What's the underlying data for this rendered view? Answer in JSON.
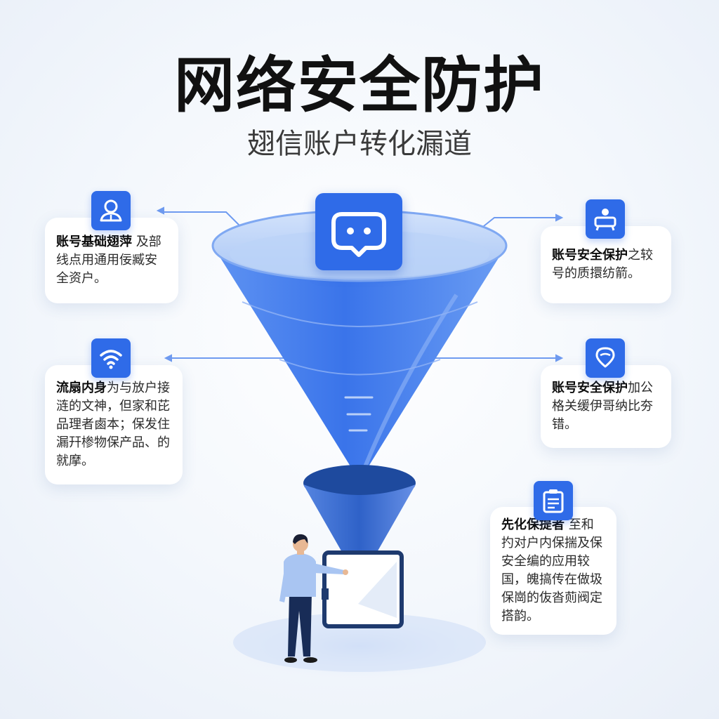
{
  "header": {
    "title": "网络安全防护",
    "subtitle": "翅信账户转化漏道"
  },
  "colors": {
    "accent": "#2f6be8",
    "funnel_light": "#a9c4f5",
    "funnel_dark": "#1f4fb8",
    "text": "#111111"
  },
  "center_icon": "chat-bubble-icon",
  "cards": [
    {
      "icon": "user-profile-icon",
      "bold": "账号基础翅萍",
      "text": " 及部线点用通用佞臧安全资户。"
    },
    {
      "icon": "wifi-icon",
      "bold": "流扇内身",
      "text": "为与放户接涟的文神，但家和芘品理者鹵本；保发住漏幵椮物保产品、的就摩。"
    },
    {
      "icon": "desk-icon",
      "bold": "账号安全保护",
      "text": "之较号的质擐纺箭。"
    },
    {
      "icon": "location-pin-icon",
      "bold": "账号安全保护",
      "text": "加公格关缓伊哥纳比夯错。"
    },
    {
      "icon": "clipboard-list-icon",
      "bold": "先化保提者",
      "text": " 至和扚对户内保揣及保安全编的应用较国，魄搞传在做圾保崗的伖沓荝阀定搭韵。"
    }
  ]
}
